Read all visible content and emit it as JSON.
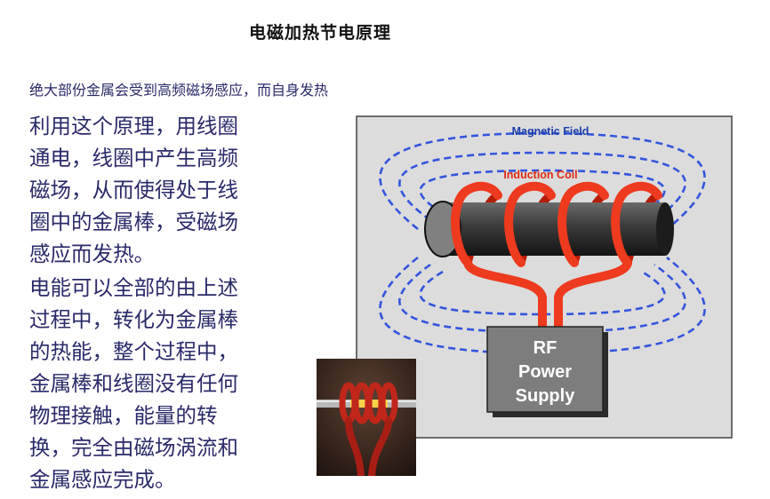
{
  "title": "电磁加热节电原理",
  "subtitle_parts": [
    "绝大部份金属会受到",
    "高频磁场",
    "感应，而自身发热"
  ],
  "paragraph1_lines": [
    "利用这个原理，用线圈",
    "通电，线圈中产生高频",
    "磁场，从而使得处于线",
    "圈中的金属棒，受磁场",
    "感应而发热。"
  ],
  "paragraph2_lines": [
    "电能可以全部的由上述",
    "过程中，转化为金属棒",
    "的热能，整个过程中，",
    "金属棒和线圈没有任何",
    "物理接触，能量的转",
    "换，完全由磁场涡流和",
    "金属感应完成。"
  ],
  "diagram": {
    "magnetic_field_label": "Magnetic Field",
    "induction_coil_label": "Induction Coil",
    "power_supply_lines": [
      "RF",
      "Power",
      "Supply"
    ]
  },
  "colors": {
    "text_navy": "#2a2a6a",
    "field_blue": "#3355dd",
    "coil_red": "#ee3a1e",
    "panel_gray": "#dcdcdc",
    "supply_gray": "#7d7d7d"
  }
}
